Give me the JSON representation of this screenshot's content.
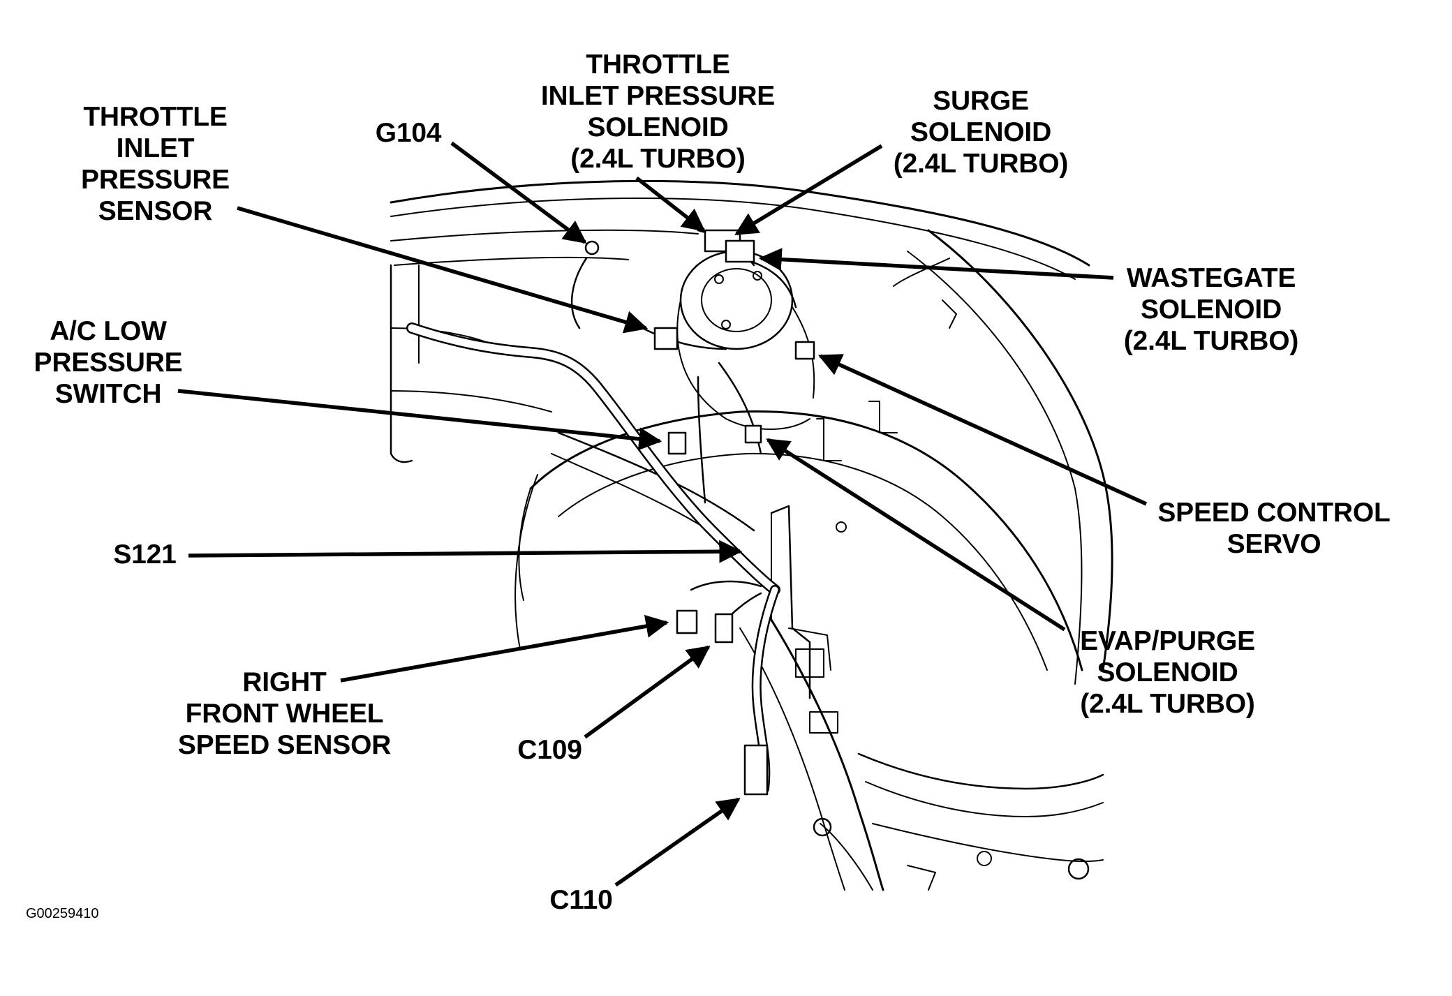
{
  "callouts": {
    "throttle_inlet_pressure_sensor": [
      "THROTTLE",
      "INLET",
      "PRESSURE",
      "SENSOR"
    ],
    "g104": [
      "G104"
    ],
    "throttle_inlet_pressure_solenoid": [
      "THROTTLE",
      "INLET PRESSURE",
      "SOLENOID",
      "(2.4L TURBO)"
    ],
    "surge_solenoid": [
      "SURGE",
      "SOLENOID",
      "(2.4L TURBO)"
    ],
    "wastegate_solenoid": [
      "WASTEGATE",
      "SOLENOID",
      "(2.4L TURBO)"
    ],
    "ac_low_pressure_switch": [
      "A/C LOW",
      "PRESSURE",
      "SWITCH"
    ],
    "speed_control_servo": [
      "SPEED CONTROL",
      "SERVO"
    ],
    "s121": [
      "S121"
    ],
    "evap_purge_solenoid": [
      "EVAP/PURGE",
      "SOLENOID",
      "(2.4L TURBO)"
    ],
    "right_front_wheel_speed_sensor": [
      "RIGHT",
      "FRONT WHEEL",
      "SPEED SENSOR"
    ],
    "c109": [
      "C109"
    ],
    "c110": [
      "C110"
    ]
  },
  "figure_id": "G00259410"
}
